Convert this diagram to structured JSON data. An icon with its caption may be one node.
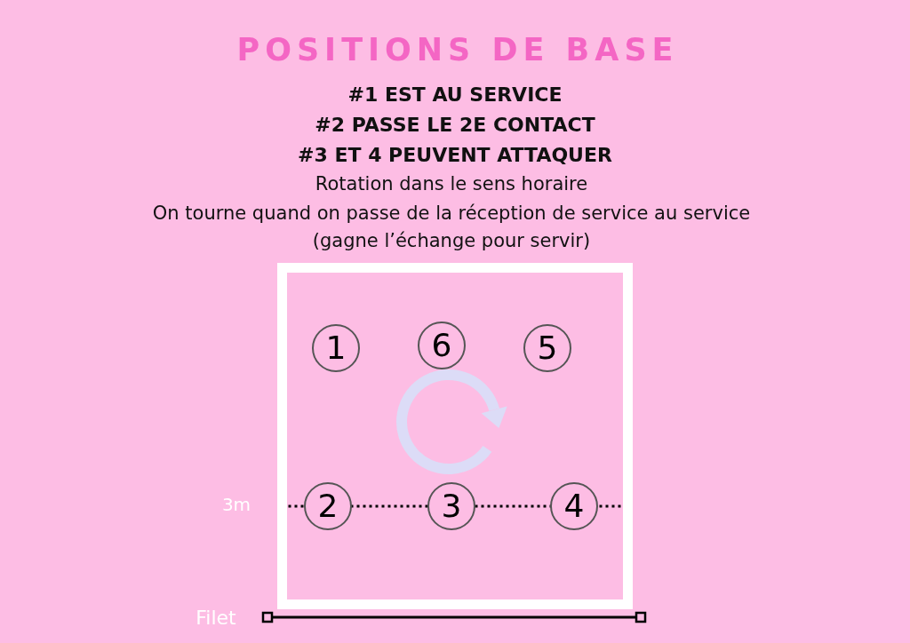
{
  "diagram": {
    "title": "POSITIONS DE BASE",
    "nodes": [
      {
        "text": [],
        "shape": "box"
      },
      {
        "text": [
          "1"
        ],
        "in": 0
      },
      {
        "text": [
          "6"
        ],
        "in": 0
      },
      {
        "text": [
          "5"
        ],
        "in": 0
      },
      {
        "text": [
          "2"
        ],
        "in": 0
      },
      {
        "text": [
          "3"
        ],
        "in": 0
      },
      {
        "text": [
          "4"
        ],
        "in": 0
      }
    ],
    "labels": [
      "#1 EST AU SERVICE",
      "#2 PASSE LE 2E CONTACT",
      "#3 ET 4 PEUVENT ATTAQUER",
      "Rotation dans le sens horaire",
      "On tourne quand on passe de la réception de service au service",
      "(gagne l’échange pour servir)",
      "3m",
      "Filet"
    ]
  }
}
